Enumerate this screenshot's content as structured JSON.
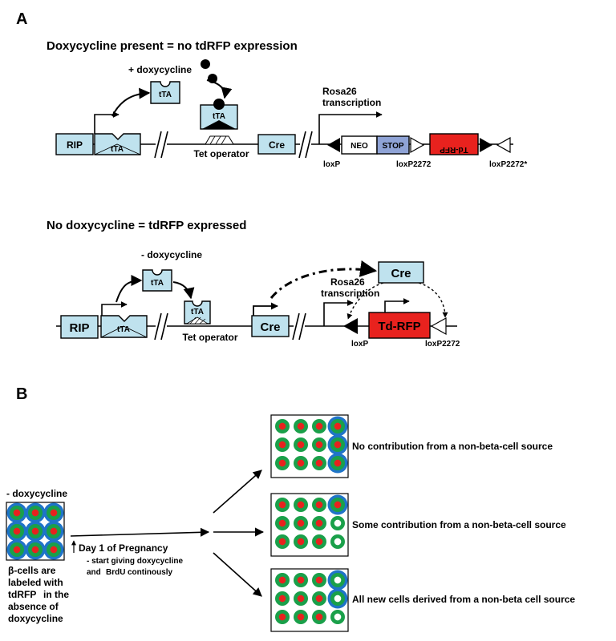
{
  "panel_a": {
    "label": "A",
    "top": {
      "heading": "Doxycycline present = no tdRFP expression",
      "plus_dox": "+ doxycycline",
      "rip": "RIP",
      "tta": "tTA",
      "tet_operator": "Tet operator",
      "cre": "Cre",
      "rosa26": [
        "Rosa26",
        "transcription"
      ],
      "neo": "NEO",
      "stop": "STOP",
      "tdrfp_inverted": "Td-RFP",
      "loxp": "loxP",
      "loxp2272": "loxP2272",
      "loxp2272_star": "loxP2272*"
    },
    "bottom": {
      "heading": "No doxycycline = tdRFP expressed",
      "minus_dox": "- doxycycline",
      "rip": "RIP",
      "tta": "tTA",
      "tet_operator": "Tet operator",
      "cre": "Cre",
      "rosa26": [
        "Rosa26",
        "transcription"
      ],
      "tdrfp": "Td-RFP",
      "loxp": "loxP",
      "loxp2272": "loxP2272"
    }
  },
  "panel_b": {
    "label": "B",
    "minus_dox": "- doxycycline",
    "caption_lines": [
      "β-cells are",
      "labeled with",
      "in the",
      "absence of",
      "doxycycline"
    ],
    "caption_tdrfp": "tdRFP",
    "day1": "Day 1 of Pregnancy",
    "start_lines": [
      "- start giving doxycycline",
      "and"
    ],
    "brdu": "BrdU",
    "continuously": "continously",
    "outcomes": [
      "No contribution from a non-beta-cell source",
      "Some contribution from a non-beta-cell source",
      "All new cells derived from a non-beta cell source"
    ]
  },
  "colors": {
    "box_fill": "#bfe2ee",
    "stop_fill": "#8fa3d6",
    "tdrfp_fill": "#e8221e",
    "cell_green": "#1aa04a",
    "cell_red": "#e8221e",
    "brdu_blue": "#1f74c8",
    "tdrfp_text": "#e8221e",
    "brdu_text": "#1f74c8"
  },
  "grids": {
    "initial": [
      "rgb",
      "rgb",
      "rgb",
      "rgb",
      "rgb",
      "rgb",
      "rgb",
      "rgb",
      "rgb"
    ],
    "outcome1": [
      "rg",
      "rg",
      "rg",
      "rgb",
      "rg",
      "rg",
      "rg",
      "rgb",
      "rg",
      "rg",
      "rg",
      "rgb"
    ],
    "outcome2": [
      "rg",
      "rg",
      "rg",
      "rgb",
      "rg",
      "rg",
      "rg",
      "wg",
      "rg",
      "rg",
      "rg",
      "wg"
    ],
    "outcome3": [
      "rg",
      "rg",
      "rg",
      "wgb",
      "rg",
      "rg",
      "rg",
      "wgb",
      "rg",
      "rg",
      "rg",
      "wg"
    ]
  }
}
